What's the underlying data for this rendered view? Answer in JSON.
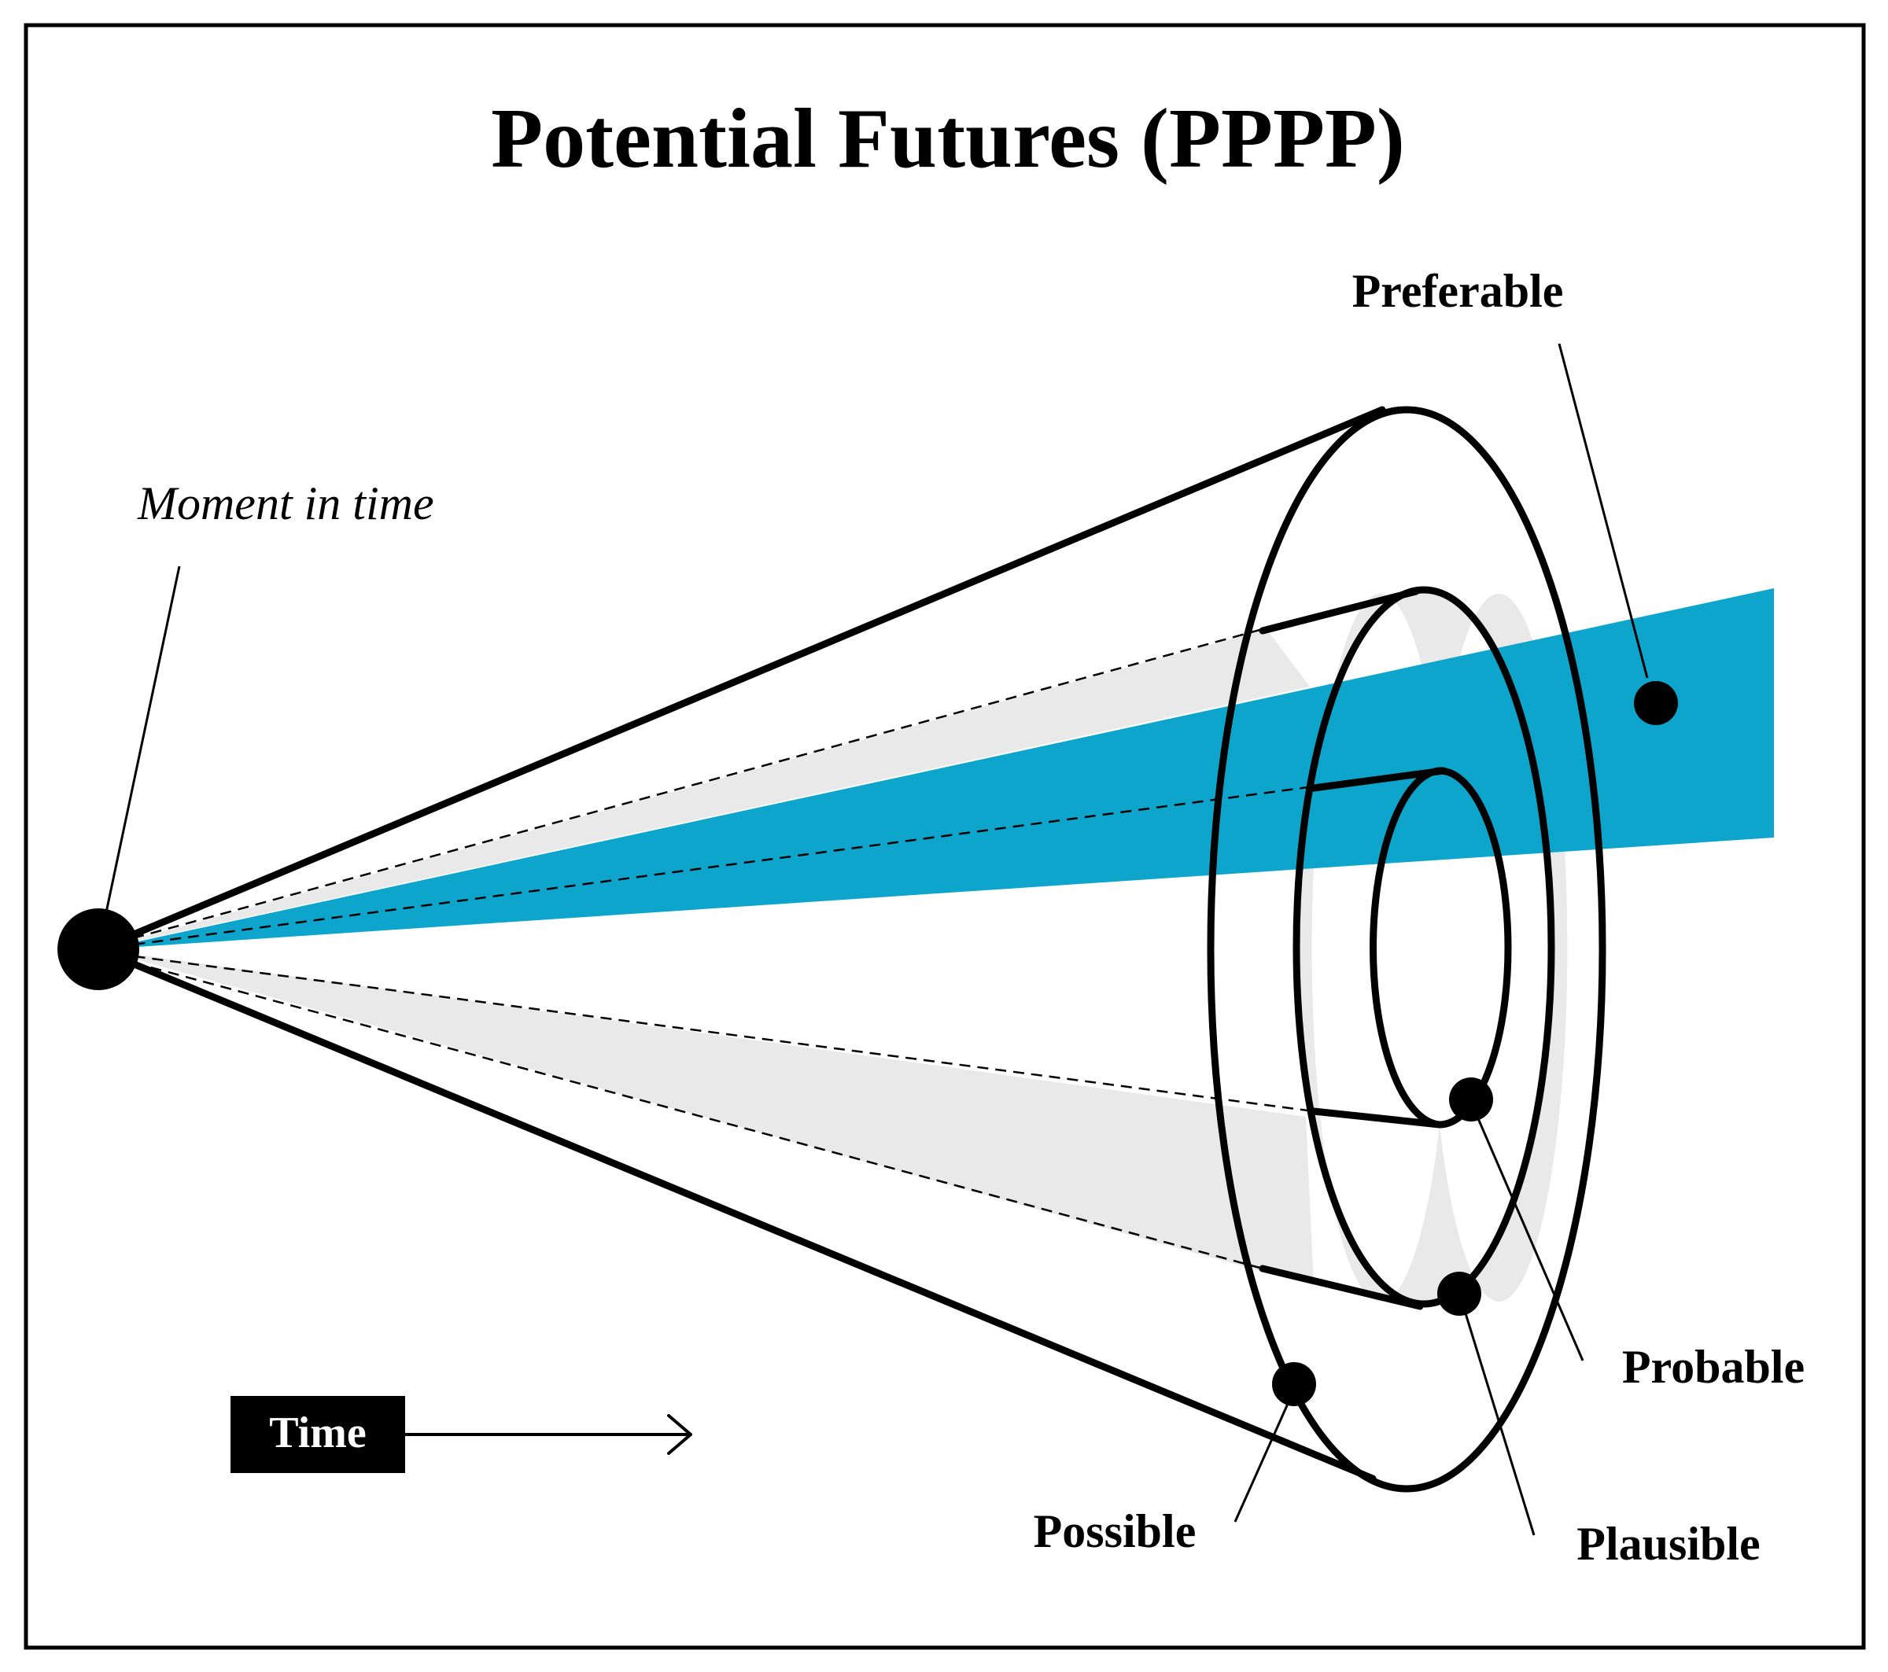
{
  "title": "Potential Futures (PPPP)",
  "origin_label": "Moment in time",
  "time_label": "Time",
  "labels": {
    "preferable": "Preferable",
    "probable": "Probable",
    "plausible": "Plausible",
    "possible": "Possible"
  },
  "colors": {
    "preferable_beam": "#0ea5cd",
    "plausible_fill": "#e9e9e9",
    "ink": "#000000",
    "background": "#ffffff",
    "time_badge_text": "#ffffff"
  },
  "icons": {
    "time_arrow": "arrow-right-icon"
  }
}
